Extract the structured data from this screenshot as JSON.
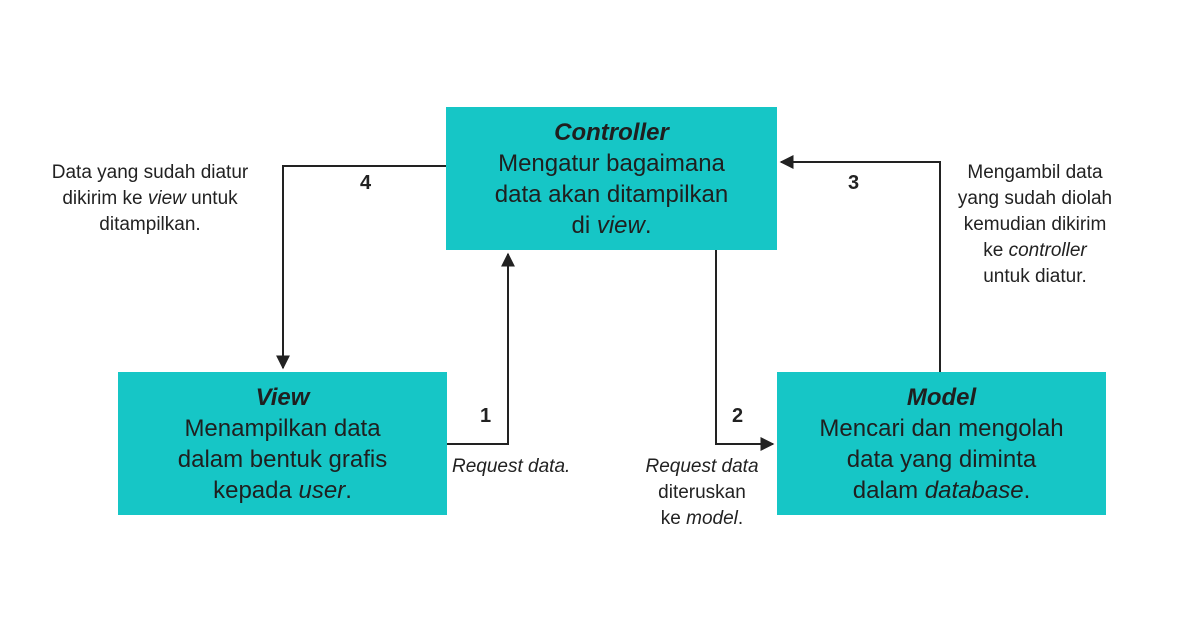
{
  "controller": {
    "title": "Controller",
    "line1": "Mengatur bagaimana",
    "line2": "data akan ditampilkan",
    "line3_prefix": "di ",
    "line3_em": "view",
    "line3_suffix": "."
  },
  "view": {
    "title": "View",
    "line1": "Menampilkan data",
    "line2": "dalam bentuk grafis",
    "line3_prefix": "kepada ",
    "line3_em": "user",
    "line3_suffix": "."
  },
  "model": {
    "title": "Model",
    "line1": "Mencari dan mengolah",
    "line2": "data yang diminta",
    "line3_prefix": "dalam ",
    "line3_em": "database",
    "line3_suffix": "."
  },
  "steps": {
    "one": "1",
    "two": "2",
    "three": "3",
    "four": "4"
  },
  "notes": {
    "step1_em": "Request data.",
    "step2_em": "Request data",
    "step2_line2": "diteruskan",
    "step2_line3_prefix": "ke ",
    "step2_line3_em": "model",
    "step2_line3_suffix": ".",
    "step3_line1": "Mengambil data",
    "step3_line2": "yang sudah diolah",
    "step3_line3": "kemudian dikirim",
    "step3_line4_prefix": "ke ",
    "step3_line4_em": "controller",
    "step3_line5": "untuk diatur.",
    "step4_line1": "Data yang sudah diatur",
    "step4_line2_prefix": "dikirim ke ",
    "step4_line2_em": "view",
    "step4_line2_suffix": " untuk",
    "step4_line3": "ditampilkan."
  },
  "colors": {
    "box": "#16C6C6",
    "line": "#222222"
  }
}
